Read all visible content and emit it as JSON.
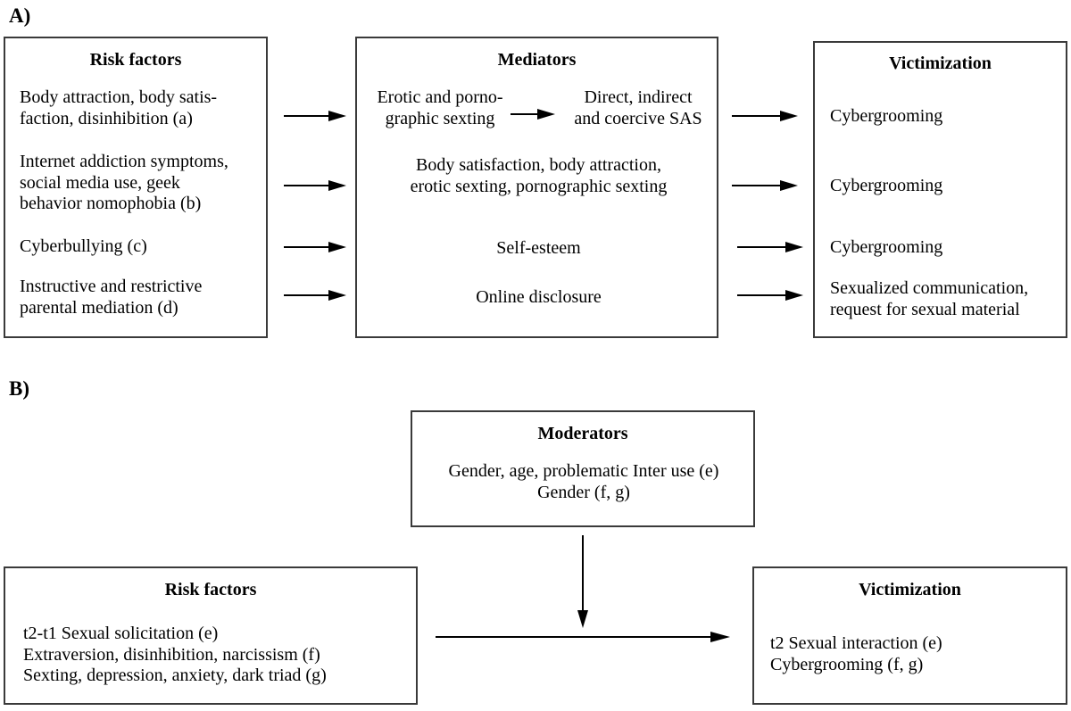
{
  "figure": {
    "panels": [
      {
        "label": "A)",
        "boxes": {
          "risk_factors": {
            "title": "Risk factors",
            "items": [
              "Body attraction, body satis-\nfaction, disinhibition (a)",
              "Internet addiction symptoms,\nsocial media use, geek\nbehavior nomophobia (b)",
              "Cyberbullying (c)",
              "Instructive and restrictive\nparental mediation (d)"
            ]
          },
          "mediators": {
            "title": "Mediators",
            "items": [
              "Erotic and porno-\ngraphic sexting",
              "Direct, indirect\nand coercive SAS",
              "Body satisfaction, body attraction,\nerotic sexting, pornographic sexting",
              "Self-esteem",
              "Online disclosure"
            ]
          },
          "victimization": {
            "title": "Victimization",
            "items": [
              "Cybergrooming",
              "Cybergrooming",
              "Cybergrooming",
              "Sexualized communication,\nrequest for sexual material"
            ]
          }
        }
      },
      {
        "label": "B)",
        "boxes": {
          "moderators": {
            "title": "Moderators",
            "items": [
              "Gender, age, problematic Inter use (e)\nGender (f, g)"
            ]
          },
          "risk_factors": {
            "title": "Risk factors",
            "items": [
              "t2-t1 Sexual solicitation (e)\nExtraversion, disinhibition, narcissism (f)\nSexting, depression, anxiety, dark triad (g)"
            ]
          },
          "victimization": {
            "title": "Victimization",
            "items": [
              "t2 Sexual interaction (e)\nCybergrooming (f, g)"
            ]
          }
        }
      }
    ],
    "colors": {
      "stroke": "#3a3a3a",
      "arrow": "#000000",
      "text": "#000000",
      "background": "#ffffff"
    }
  }
}
